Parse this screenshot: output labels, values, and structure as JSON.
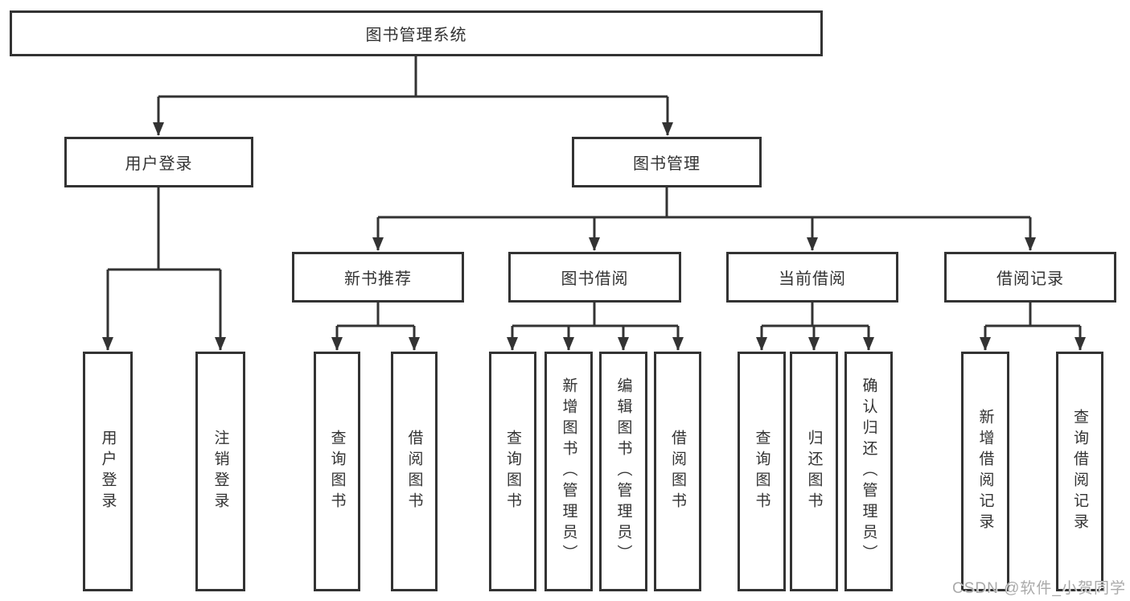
{
  "nodes": {
    "root": "图书管理系统",
    "level1": {
      "user_login": "用户登录",
      "book_management": "图书管理"
    },
    "user_login_children": [
      "用户登录",
      "注销登录"
    ],
    "book_management_sections": [
      {
        "label": "新书推荐",
        "children": [
          "查询图书",
          "借阅图书"
        ]
      },
      {
        "label": "图书借阅",
        "children": [
          "查询图书",
          "新增图书（管理员）",
          "编辑图书（管理员）",
          "借阅图书"
        ]
      },
      {
        "label": "当前借阅",
        "children": [
          "查询图书",
          "归还图书",
          "确认归还（管理员）"
        ]
      },
      {
        "label": "借阅记录",
        "children": [
          "新增借阅记录",
          "查询借阅记录"
        ]
      }
    ]
  },
  "watermark": "CSDN @软件_小贺同学",
  "colors": {
    "line": "#333333",
    "node-border": "#333333",
    "node-text": "#333333",
    "background": "#ffffff",
    "watermark-text": "#aaaaaa"
  }
}
